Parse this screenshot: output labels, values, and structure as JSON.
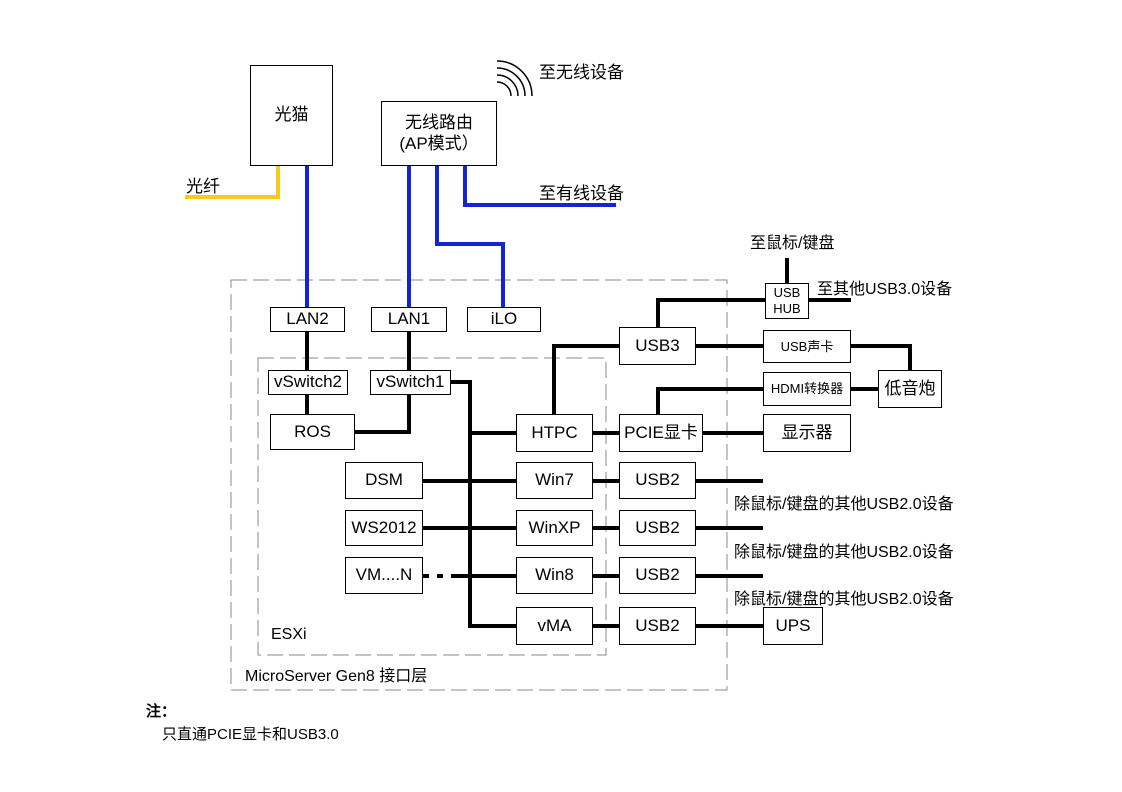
{
  "colors": {
    "fiber": "#f5cc1e",
    "ethernet": "#1424d4",
    "internal": "#000000",
    "dashed": "#8a8a8a"
  },
  "nodes": {
    "modem": "光猫",
    "router_line1": "无线路由",
    "router_line2": "(AP模式）",
    "lan2": "LAN2",
    "lan1": "LAN1",
    "ilo": "iLO",
    "vswitch2": "vSwitch2",
    "vswitch1": "vSwitch1",
    "ros": "ROS",
    "dsm": "DSM",
    "ws2012": "WS2012",
    "vmn": "VM....N",
    "htpc": "HTPC",
    "win7": "Win7",
    "winxp": "WinXP",
    "win8": "Win8",
    "vma": "vMA",
    "usb3": "USB3",
    "pcie_gpu": "PCIE显卡",
    "usb2_1": "USB2",
    "usb2_2": "USB2",
    "usb2_3": "USB2",
    "usb2_4": "USB2",
    "usb_hub_line1": "USB",
    "usb_hub_line2": "HUB",
    "usb_sound": "USB声卡",
    "hdmi_conv": "HDMI转换器",
    "subwoofer": "低音炮",
    "monitor": "显示器",
    "ups": "UPS"
  },
  "labels": {
    "fiber": "光纤",
    "wireless": "至无线设备",
    "wired": "至有线设备",
    "mouse_kb": "至鼠标/键盘",
    "other_usb3": "至其他USB3.0设备",
    "other_usb2_1": "除鼠标/键盘的其他USB2.0设备",
    "other_usb2_2": "除鼠标/键盘的其他USB2.0设备",
    "other_usb2_3": "除鼠标/键盘的其他USB2.0设备",
    "esxi": "ESXi",
    "microserver": "MicroServer Gen8 接口层"
  },
  "notes": {
    "title": "注：",
    "line1": "只直通PCIE显卡和USB3.0"
  }
}
